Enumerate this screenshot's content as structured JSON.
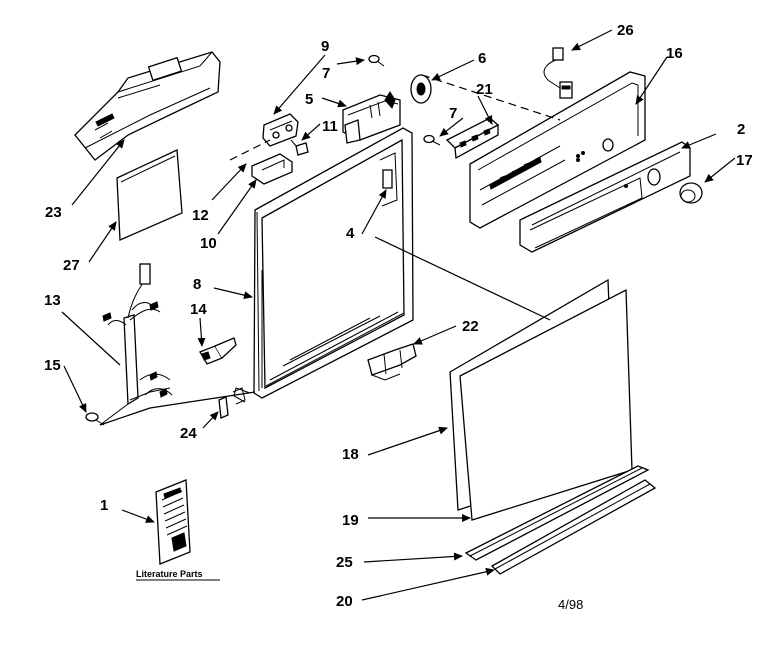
{
  "callouts": {
    "c1": "1",
    "c2": "2",
    "c4": "4",
    "c5": "5",
    "c6": "6",
    "c7a": "7",
    "c7b": "7",
    "c8": "8",
    "c9": "9",
    "c10": "10",
    "c11": "11",
    "c12": "12",
    "c13": "13",
    "c14": "14",
    "c15": "15",
    "c16": "16",
    "c17": "17",
    "c18": "18",
    "c19": "19",
    "c20": "20",
    "c21": "21",
    "c22": "22",
    "c23": "23",
    "c24": "24",
    "c25": "25",
    "c26": "26",
    "c27": "27"
  },
  "literature_caption": "Literature Parts",
  "date_code": "4/98"
}
